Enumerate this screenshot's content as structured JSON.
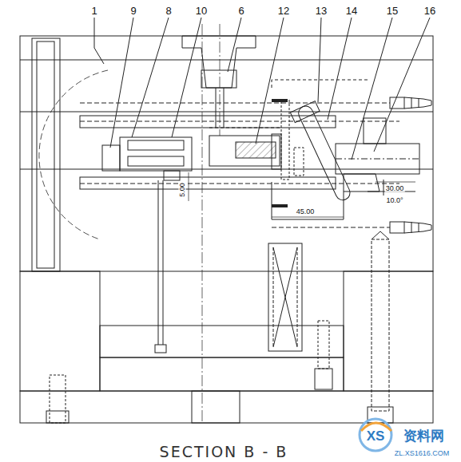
{
  "diagram": {
    "caption": "SECTION B - B",
    "labels": [
      "1",
      "9",
      "8",
      "10",
      "6",
      "12",
      "13",
      "14",
      "15",
      "16",
      "5.00",
      "30.00",
      "10.0°",
      "45.00",
      "XS",
      "资料网",
      "ZL.XS1616.COM"
    ]
  }
}
